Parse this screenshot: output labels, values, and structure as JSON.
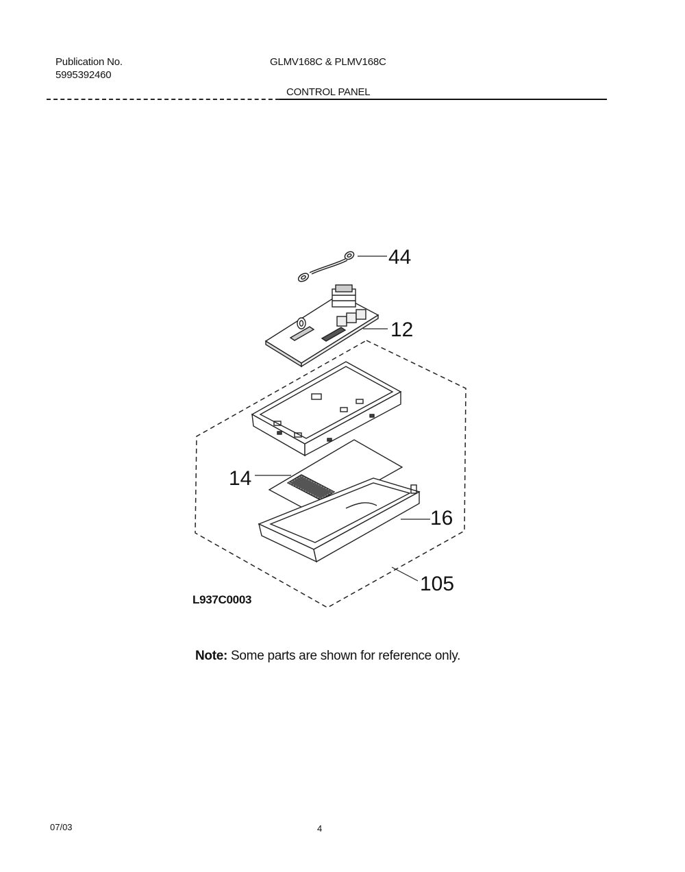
{
  "header": {
    "publication_label": "Publication No.",
    "publication_number": "5995392460",
    "models": "GLMV168C & PLMV168C",
    "section": "CONTROL PANEL"
  },
  "diagram": {
    "callouts": [
      "44",
      "12",
      "14",
      "16",
      "105"
    ],
    "drawing_code": "L937C0003"
  },
  "note": {
    "label": "Note:",
    "text": " Some parts are shown for reference only."
  },
  "footer": {
    "date": "07/03",
    "page": "4"
  }
}
